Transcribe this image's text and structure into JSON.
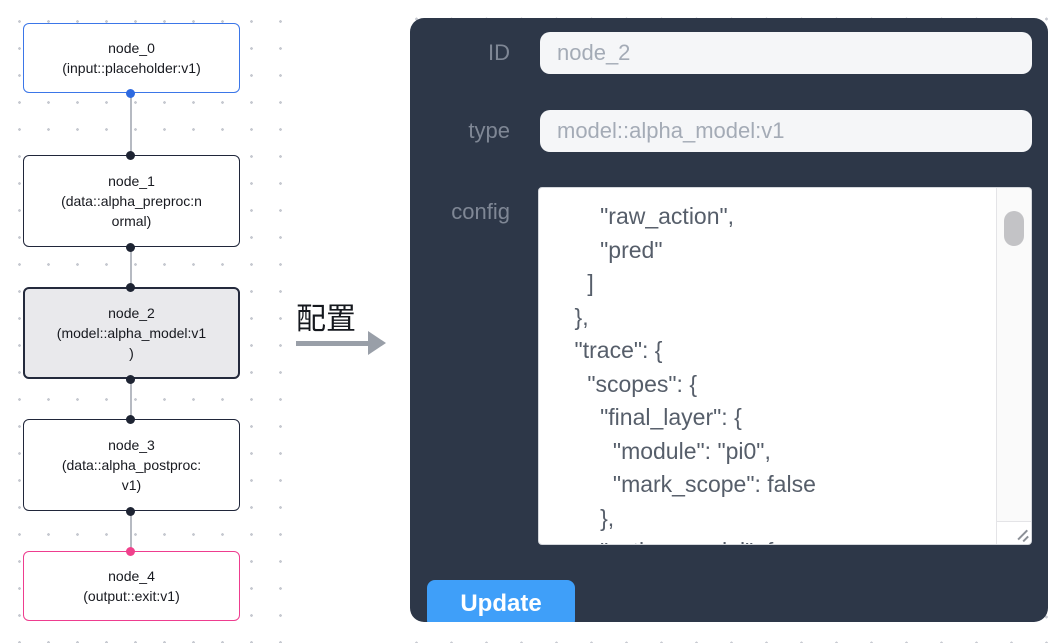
{
  "flow": {
    "nodes": [
      {
        "id": "node_0",
        "label": "node_0\n(input::placeholder:v1)",
        "variant": "input"
      },
      {
        "id": "node_1",
        "label": "node_1\n(data::alpha_preproc:n\normal)",
        "variant": "default"
      },
      {
        "id": "node_2",
        "label": "node_2\n(model::alpha_model:v1\n)",
        "variant": "selected"
      },
      {
        "id": "node_3",
        "label": "node_3\n(data::alpha_postproc:\nv1)",
        "variant": "default"
      },
      {
        "id": "node_4",
        "label": "node_4\n(output::exit:v1)",
        "variant": "output"
      }
    ]
  },
  "transfer": {
    "label": "配置"
  },
  "panel": {
    "id_label": "ID",
    "id_value": "node_2",
    "type_label": "type",
    "type_value": "model::alpha_model:v1",
    "config_label": "config",
    "config_value": "        \"raw_action\",\n        \"pred\"\n      ]\n    },\n    \"trace\": {\n      \"scopes\": {\n        \"final_layer\": {\n          \"module\": \"pi0\",\n          \"mark_scope\": false\n        },\n        \"action_model\": {",
    "update_label": "Update"
  },
  "colors": {
    "panel_bg": "#2d3748",
    "button_blue": "#3f9ff9",
    "node_input_border": "#3b76e8",
    "node_output_border": "#ee3d8f",
    "node_selected_bg": "#e9e9ec",
    "edge_gray": "#b6bac2"
  }
}
